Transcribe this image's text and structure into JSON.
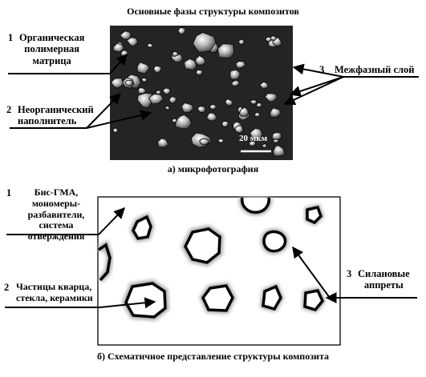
{
  "top": {
    "title": "Основные фазы структуры композитов",
    "caption": "а) микрофотография",
    "scale_bar": "20 мкм",
    "labels": [
      {
        "num": "1",
        "text": "Органическая\nполимерная\nматрица"
      },
      {
        "num": "2",
        "text": "Неорганический\nнаполнитель"
      },
      {
        "num": "3",
        "text": "Межфазный слой"
      }
    ]
  },
  "bottom": {
    "caption": "б)  Схематичное представление структуры композита",
    "labels": [
      {
        "num": "1",
        "text": "Бис-ГМА,\nмономеры-\nразбавители,\nсистема\nотверждения"
      },
      {
        "num": "2",
        "text": "Частицы кварца,\nстекла, керамики"
      },
      {
        "num": "3",
        "text": "Силановые\nаппреты"
      }
    ]
  }
}
